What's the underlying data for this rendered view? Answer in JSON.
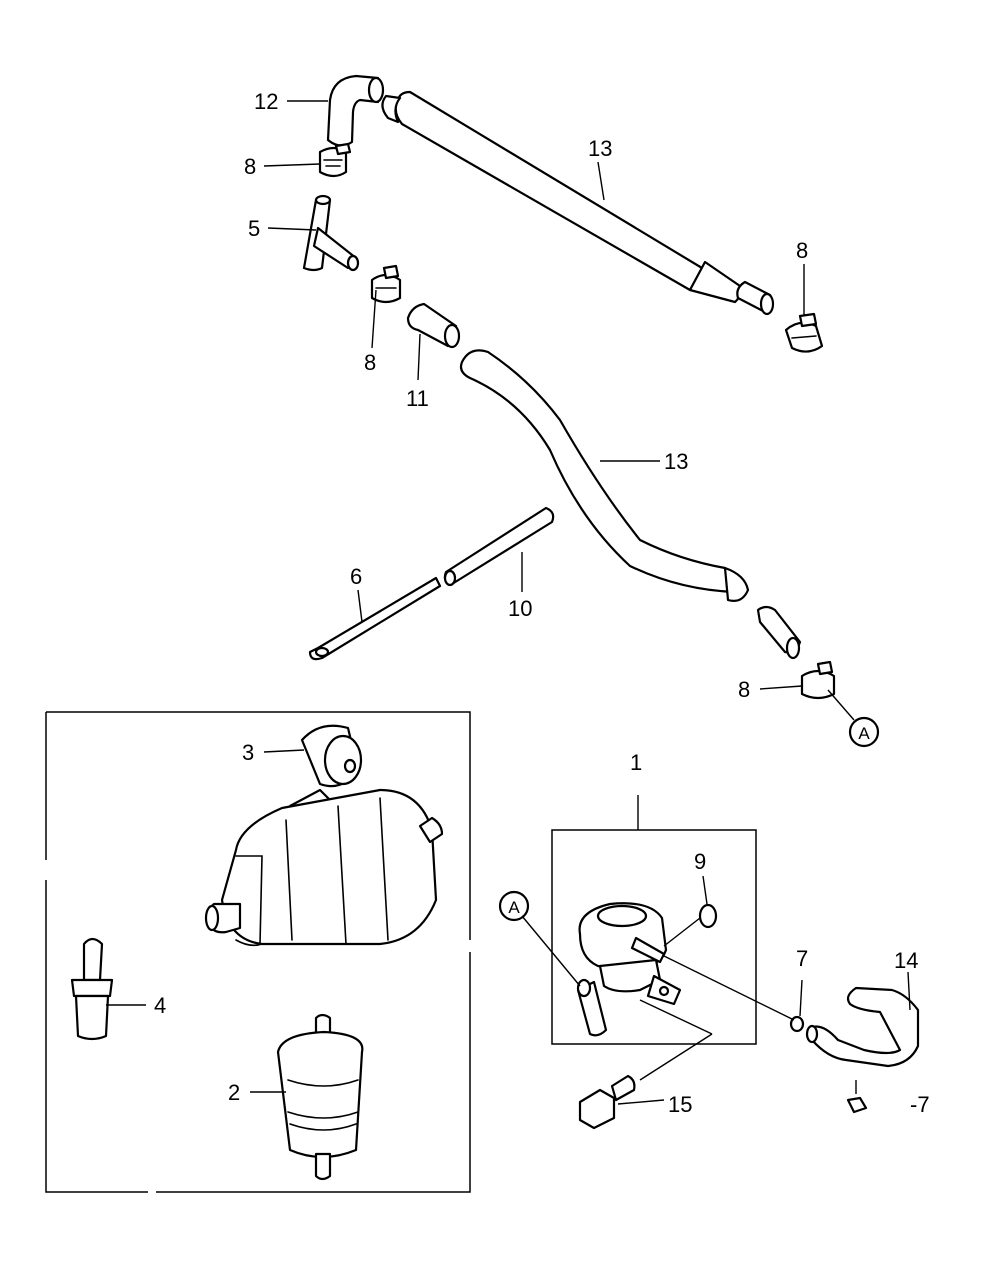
{
  "callouts": {
    "c1": "1",
    "c2": "2",
    "c3": "3",
    "c4": "4",
    "c5": "5",
    "c6": "6",
    "c7a": "7",
    "c7b": "-7",
    "c8a": "8",
    "c8b": "8",
    "c8c": "8",
    "c8d": "8",
    "c9": "9",
    "c10": "10",
    "c11": "11",
    "c12": "12",
    "c13a": "13",
    "c13b": "13",
    "c14": "14",
    "c15": "15"
  },
  "connectors": {
    "a_top": "A",
    "a_bottom": "A"
  }
}
